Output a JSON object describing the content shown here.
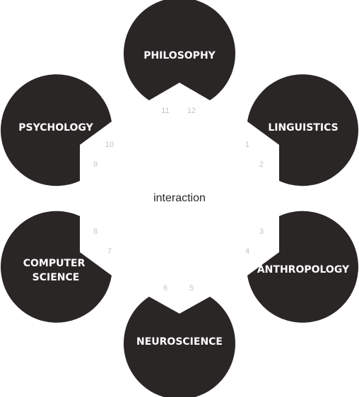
{
  "center_label": "interaction",
  "disciplines": [
    {
      "id": "philosophy",
      "lines": [
        "PHILOSOPHY"
      ]
    },
    {
      "id": "linguistics",
      "lines": [
        "LINGUISTICS"
      ]
    },
    {
      "id": "anthropology",
      "lines": [
        "ANTHROPOLOGY"
      ]
    },
    {
      "id": "neuroscience",
      "lines": [
        "NEUROSCIENCE"
      ]
    },
    {
      "id": "computer-science",
      "lines": [
        "COMPUTER",
        "SCIENCE"
      ]
    },
    {
      "id": "psychology",
      "lines": [
        "PSYCHOLOGY"
      ]
    }
  ],
  "link_numbers": [
    "1",
    "2",
    "3",
    "4",
    "5",
    "6",
    "7",
    "8",
    "9",
    "10",
    "11",
    "12"
  ],
  "colors": {
    "disc": "#2a2626",
    "disc_text": "#ffffff",
    "numbers": "#c4c4c4",
    "center_text": "#2a2626"
  }
}
